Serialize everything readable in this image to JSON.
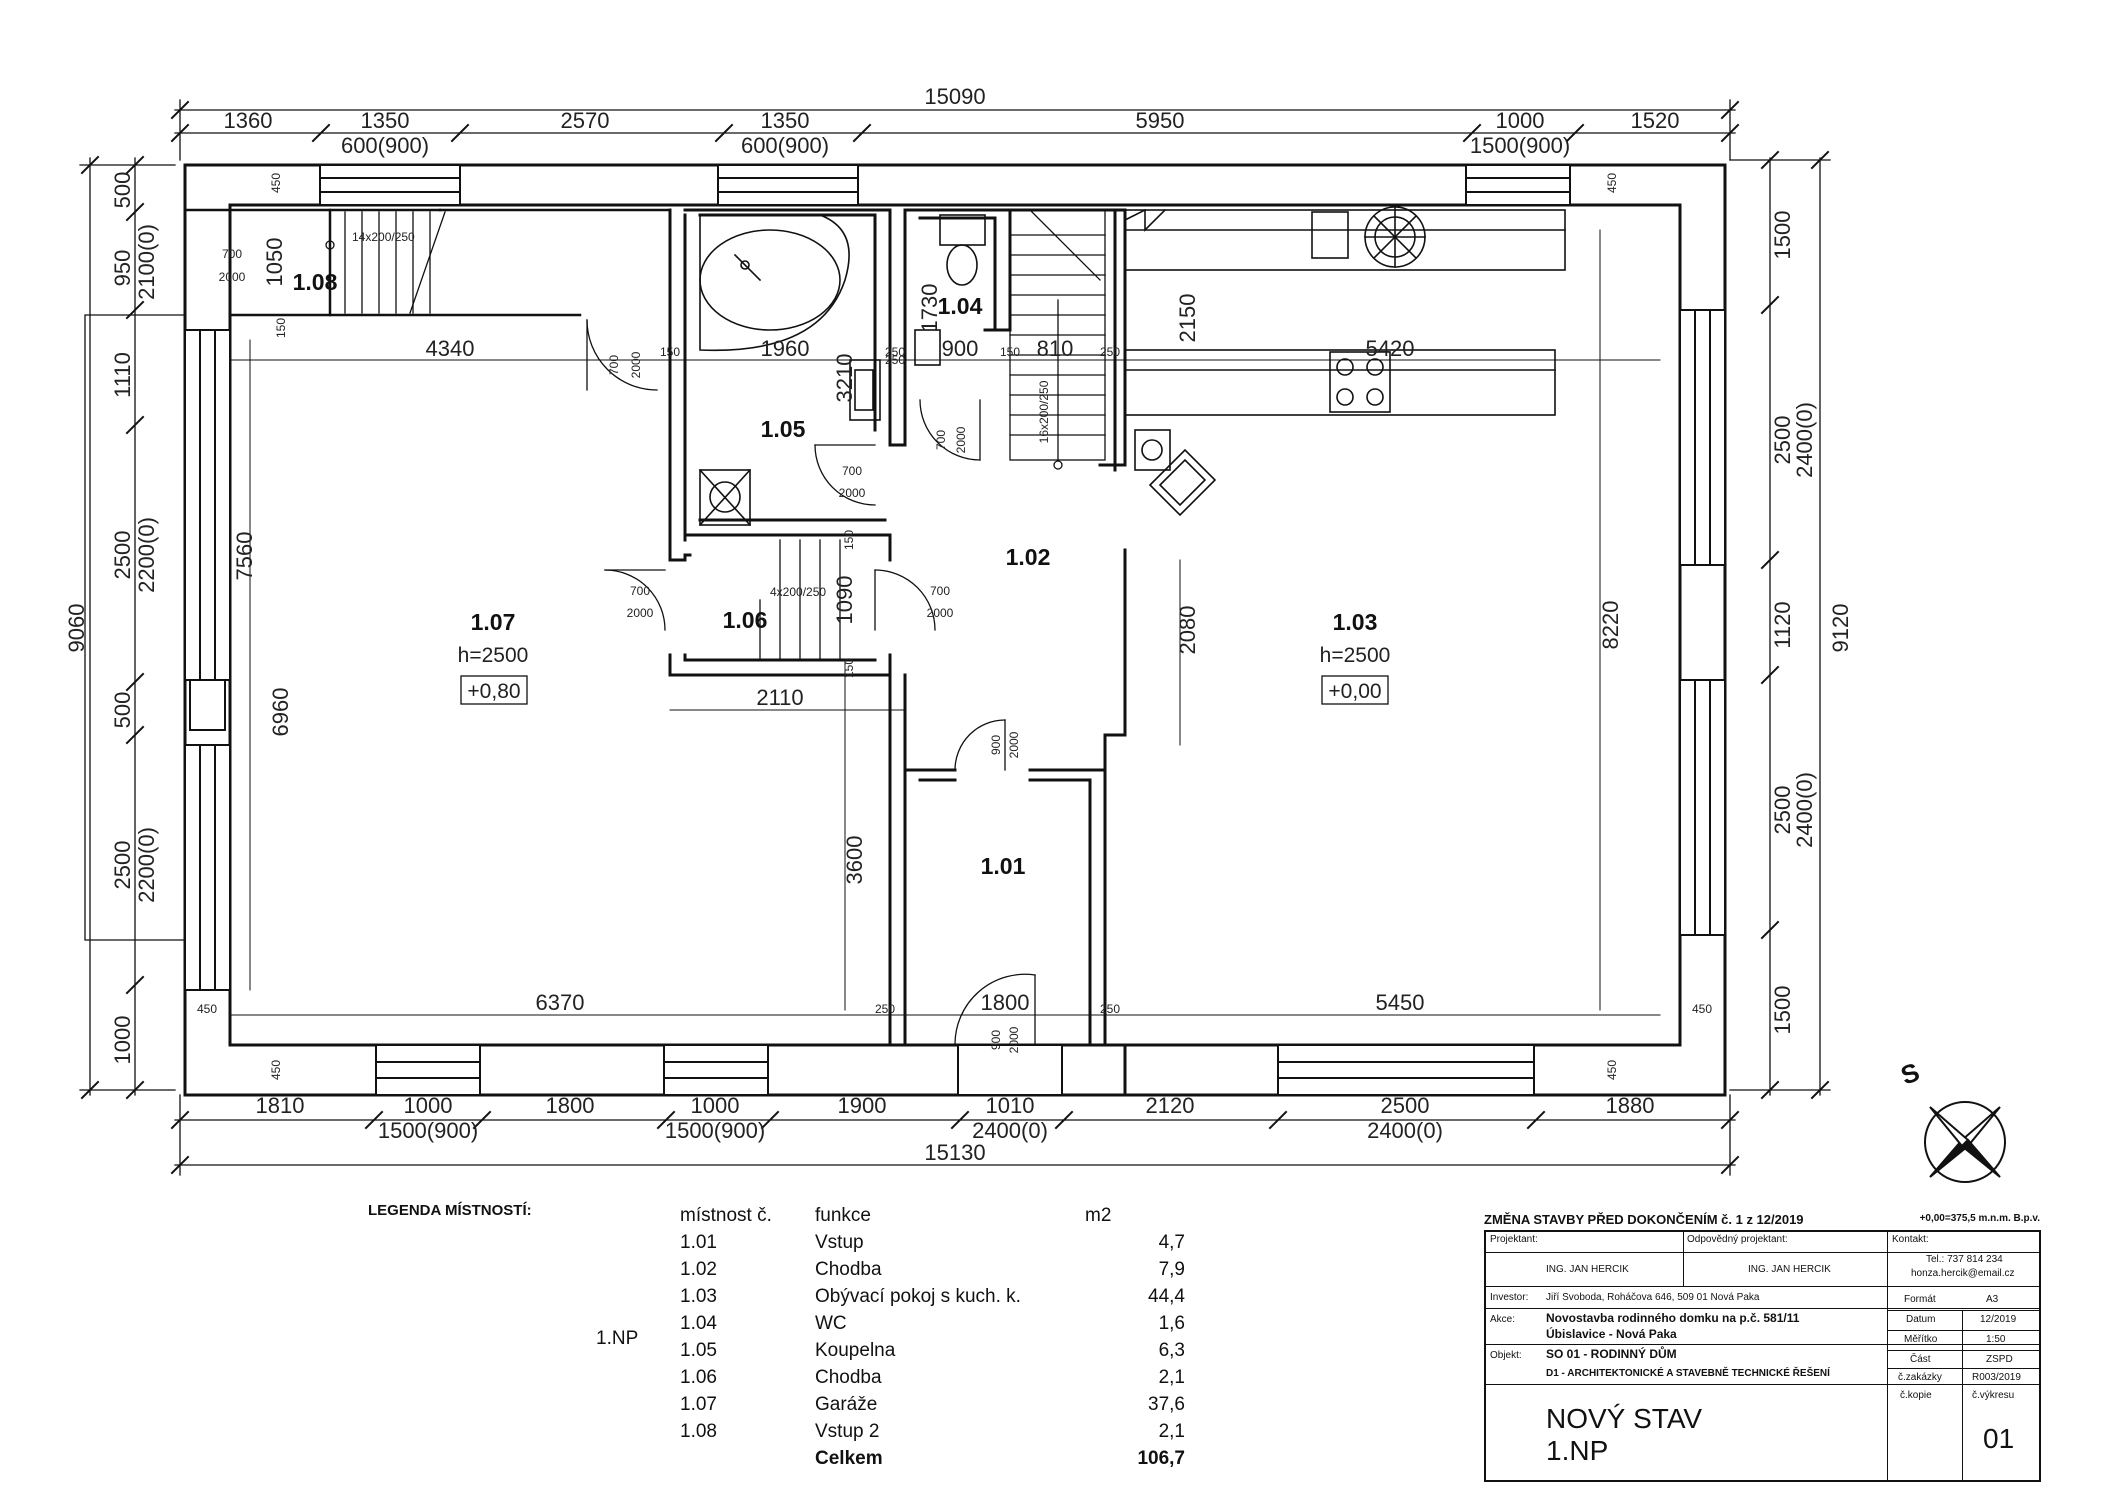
{
  "plan": {
    "overall_top": "15090",
    "overall_bottom": "15130",
    "overall_left": "9060",
    "overall_right": "9120",
    "top_dims": [
      "1360",
      "1350",
      "2570",
      "1350",
      "5950",
      "1000",
      "1520"
    ],
    "top_windows": [
      "600(900)",
      "600(900)",
      "1500(900)"
    ],
    "bottom_dims": [
      "1810",
      "1000",
      "1800",
      "1000",
      "1900",
      "1010",
      "2120",
      "2500",
      "1880"
    ],
    "bottom_windows": [
      "1500(900)",
      "1500(900)",
      "2400(0)",
      "2400(0)"
    ],
    "left_dims": [
      "500",
      "950",
      "1110",
      "2500",
      "500",
      "2500",
      "1000"
    ],
    "left_windows": [
      "2100(0)",
      "2200(0)",
      "2200(0)"
    ],
    "right_dims": [
      "1500",
      "2500",
      "1120",
      "2500",
      "1500"
    ],
    "right_windows": [
      "2400(0)",
      "2400(0)"
    ],
    "inner_dims": [
      "4340",
      "1960",
      "250",
      "900",
      "150",
      "810",
      "250",
      "5420",
      "6370",
      "1800",
      "5450",
      "2110",
      "3600",
      "2080",
      "8220",
      "7560",
      "6960",
      "2150",
      "150",
      "150",
      "150",
      "450",
      "450",
      "450",
      "450",
      "450",
      "450",
      "150",
      "250",
      "250",
      "250",
      "1090",
      "1730",
      "3210",
      "1050"
    ],
    "stairs": [
      "14x200/250",
      "4x200/250",
      "16x200/250"
    ],
    "doors": [
      {
        "w": "700",
        "h": "2000"
      },
      {
        "w": "700",
        "h": "2000"
      },
      {
        "w": "700",
        "h": "2000"
      },
      {
        "w": "700",
        "h": "2000"
      },
      {
        "w": "700",
        "h": "2000"
      },
      {
        "w": "700",
        "h": "2000"
      },
      {
        "w": "900",
        "h": "2000"
      },
      {
        "w": "900",
        "h": "2000"
      }
    ],
    "rooms": {
      "r101": "1.01",
      "r102": "1.02",
      "r103": "1.03",
      "r104": "1.04",
      "r105": "1.05",
      "r106": "1.06",
      "r107": "1.07",
      "r108": "1.08"
    },
    "r107_height": "h=2500",
    "r107_level": "+0,80",
    "r103_height": "h=2500",
    "r103_level": "+0,00",
    "north_label": "S"
  },
  "legend": {
    "title": "LEGENDA MÍSTNOSTÍ:",
    "floor": "1.NP",
    "headers": [
      "místnost č.",
      "funkce",
      "m2"
    ],
    "rows": [
      [
        "1.01",
        "Vstup",
        "4,7"
      ],
      [
        "1.02",
        "Chodba",
        "7,9"
      ],
      [
        "1.03",
        "Obývací pokoj s kuch. k.",
        "44,4"
      ],
      [
        "1.04",
        "WC",
        "1,6"
      ],
      [
        "1.05",
        "Koupelna",
        "6,3"
      ],
      [
        "1.06",
        "Chodba",
        "2,1"
      ],
      [
        "1.07",
        "Garáže",
        "37,6"
      ],
      [
        "1.08",
        "Vstup 2",
        "2,1"
      ]
    ],
    "total_label": "Celkem",
    "total_value": "106,7"
  },
  "titleblock": {
    "header": "ZMĚNA STAVBY PŘED DOKONČENÍM č. 1 z 12/2019",
    "altitude": "+0,00=375,5 m.n.m. B.p.v.",
    "projektant_label": "Projektant:",
    "projektant": "ING. JAN HERCIK",
    "odpovedny_label": "Odpovědný projektant:",
    "odpovedny": "ING. JAN HERCIK",
    "kontakt_label": "Kontakt:",
    "tel": "Tel.: 737 814 234",
    "email": "honza.hercik@email.cz",
    "investor_label": "Investor:",
    "investor": "Jiří Svoboda, Roháčova 646, 509 01 Nová Paka",
    "akce_label": "Akce:",
    "akce1": "Novostavba rodinného domku na p.č. 581/11",
    "akce2": "Úbislavice - Nová Paka",
    "objekt_label": "Objekt:",
    "objekt1": "SO 01 - RODINNÝ DŮM",
    "objekt2": "D1 - ARCHITEKTONICKÉ A STAVEBNĚ TECHNICKÉ ŘEŠENÍ",
    "format_label": "Formát",
    "format": "A3",
    "datum_label": "Datum",
    "datum": "12/2019",
    "meritko_label": "Měřítko",
    "meritko": "1:50",
    "cast_label": "Část",
    "cast": "ZSPD",
    "zakazka_label": "č.zakázky",
    "zakazka": "R003/2019",
    "kopie_label": "č.kopie",
    "vykres_label": "č.výkresu",
    "vykres": "01",
    "stav1": "NOVÝ STAV",
    "stav2": "1.NP"
  }
}
